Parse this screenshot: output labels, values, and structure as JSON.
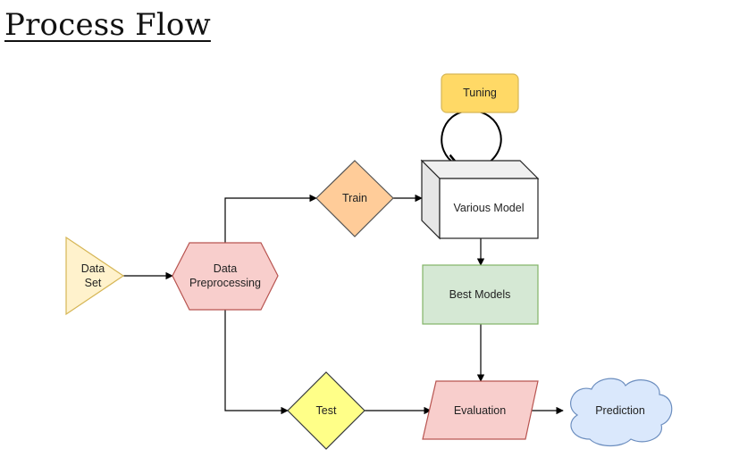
{
  "page": {
    "title": "Process Flow"
  },
  "nodes": {
    "data_set": {
      "line1": "Data",
      "line2": "Set",
      "fill": "#fff2cc",
      "stroke": "#d6b656"
    },
    "preprocessing": {
      "line1": "Data",
      "line2": "Preprocessing",
      "fill": "#f8cecc",
      "stroke": "#b85450"
    },
    "train": {
      "label": "Train",
      "fill": "#ffcc99",
      "stroke": "#555555"
    },
    "tuning": {
      "label": "Tuning",
      "fill": "#ffd966",
      "stroke": "#d6b656"
    },
    "various_model": {
      "label": "Various Model",
      "fill": "#ffffff",
      "stroke": "#222222"
    },
    "best_models": {
      "label": "Best Models",
      "fill": "#d5e8d4",
      "stroke": "#82b366"
    },
    "test": {
      "label": "Test",
      "fill": "#ffff88",
      "stroke": "#36393d"
    },
    "evaluation": {
      "label": "Evaluation",
      "fill": "#f8cecc",
      "stroke": "#b85450"
    },
    "prediction": {
      "label": "Prediction",
      "fill": "#dae8fc",
      "stroke": "#6c8ebf"
    }
  }
}
